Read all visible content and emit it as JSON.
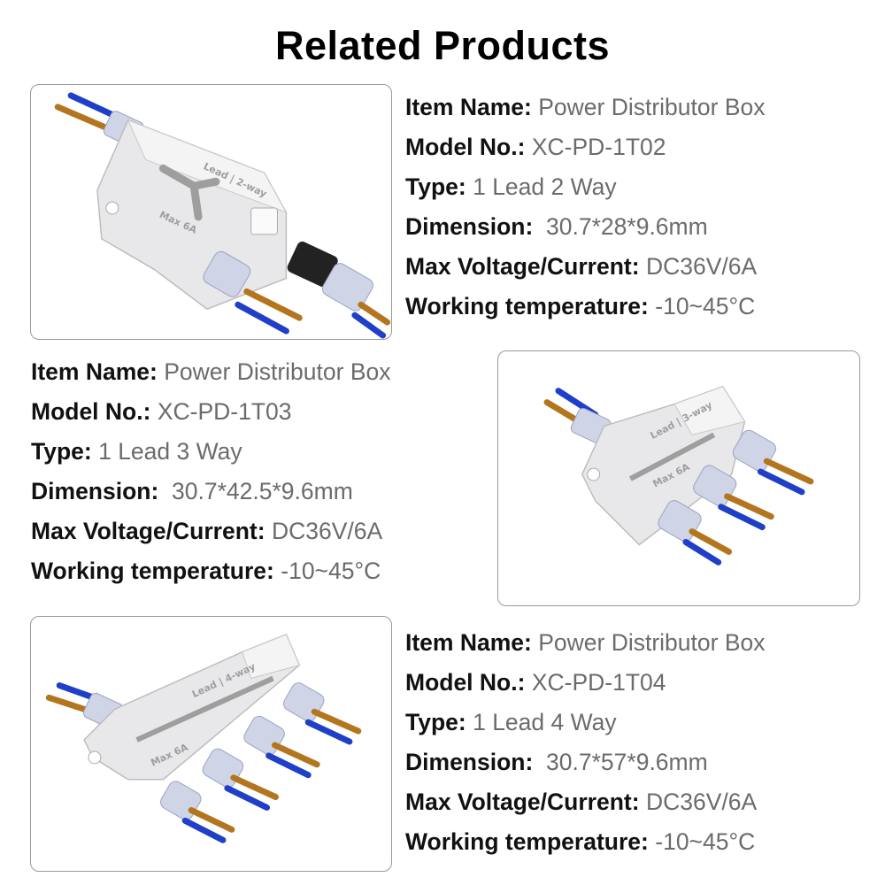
{
  "title": "Related Products",
  "labels": {
    "item_name": "Item Name:",
    "model_no": "Model No.:",
    "type": "Type:",
    "dimension": "Dimension:",
    "max_voltage_current": "Max Voltage/Current:",
    "working_temperature": "Working temperature:"
  },
  "products": [
    {
      "item_name": "Power Distributor Box",
      "model_no": "XC-PD-1T02",
      "type": "1 Lead 2 Way",
      "dimension": "30.7*28*9.6mm",
      "max_voltage_current": "DC36V/6A",
      "working_temperature": "-10~45°C",
      "marking_lead": "Lead | 2-way",
      "marking_max": "Max 6A"
    },
    {
      "item_name": "Power Distributor Box",
      "model_no": "XC-PD-1T03",
      "type": "1 Lead 3 Way",
      "dimension": "30.7*42.5*9.6mm",
      "max_voltage_current": "DC36V/6A",
      "working_temperature": "-10~45°C",
      "marking_lead": "Lead | 3-way",
      "marking_max": "Max 6A"
    },
    {
      "item_name": "Power Distributor Box",
      "model_no": "XC-PD-1T04",
      "type": "1 Lead 4 Way",
      "dimension": "30.7*57*9.6mm",
      "max_voltage_current": "DC36V/6A",
      "working_temperature": "-10~45°C",
      "marking_lead": "Lead | 4-way",
      "marking_max": "Max 6A"
    }
  ],
  "colors": {
    "wire_blue": "#1f3fc9",
    "wire_brown": "#b3761f",
    "housing": "#e8e8ea",
    "label_value": "#6b6b6b"
  }
}
